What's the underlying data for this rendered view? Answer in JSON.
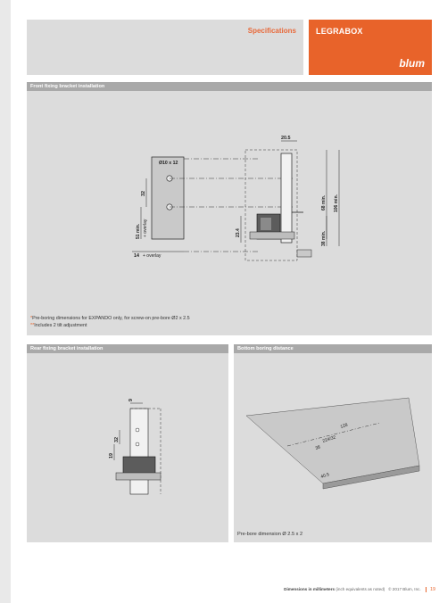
{
  "header": {
    "section": "Specifications",
    "brand": "LEGRABOX",
    "logo": "blum",
    "accent_color": "#e8632a"
  },
  "panels": {
    "front": {
      "title": "Front fixing bracket installation",
      "dims": {
        "hole": "Ø10 x 12",
        "d20_5": "20.5",
        "d32": "32",
        "d51": "51 min.",
        "overlay1": "+ overlay",
        "d14": "14",
        "overlay2": "+ overlay",
        "d23_4": "23.4",
        "d68": "68 min.",
        "d38": "38 min.",
        "d106": "106 min."
      },
      "note1_star": "*",
      "note1": "Pre-boring dimensions for EXPANDO only, for screw-on pre-bore Ø2 x 2.5",
      "note2_star": "**",
      "note2": "Includes 2 tilt adjustment"
    },
    "rear": {
      "title": "Rear fixing bracket installation",
      "dims": {
        "d9": "9",
        "d32": "32",
        "d19": "19"
      }
    },
    "bottom": {
      "title": "Bottom boring distance",
      "dims": {
        "d128": "128",
        "d224": "224/32",
        "d38": "38",
        "d40_5": "40.5"
      },
      "note": "Pre-bore dimension Ø 2.5 x 2"
    }
  },
  "footer": {
    "label": "Dimensions in millimeters",
    "qualifier": "(inch equivalents as noted)",
    "copyright": "© 2017 Blum, Inc.",
    "page": "19"
  }
}
